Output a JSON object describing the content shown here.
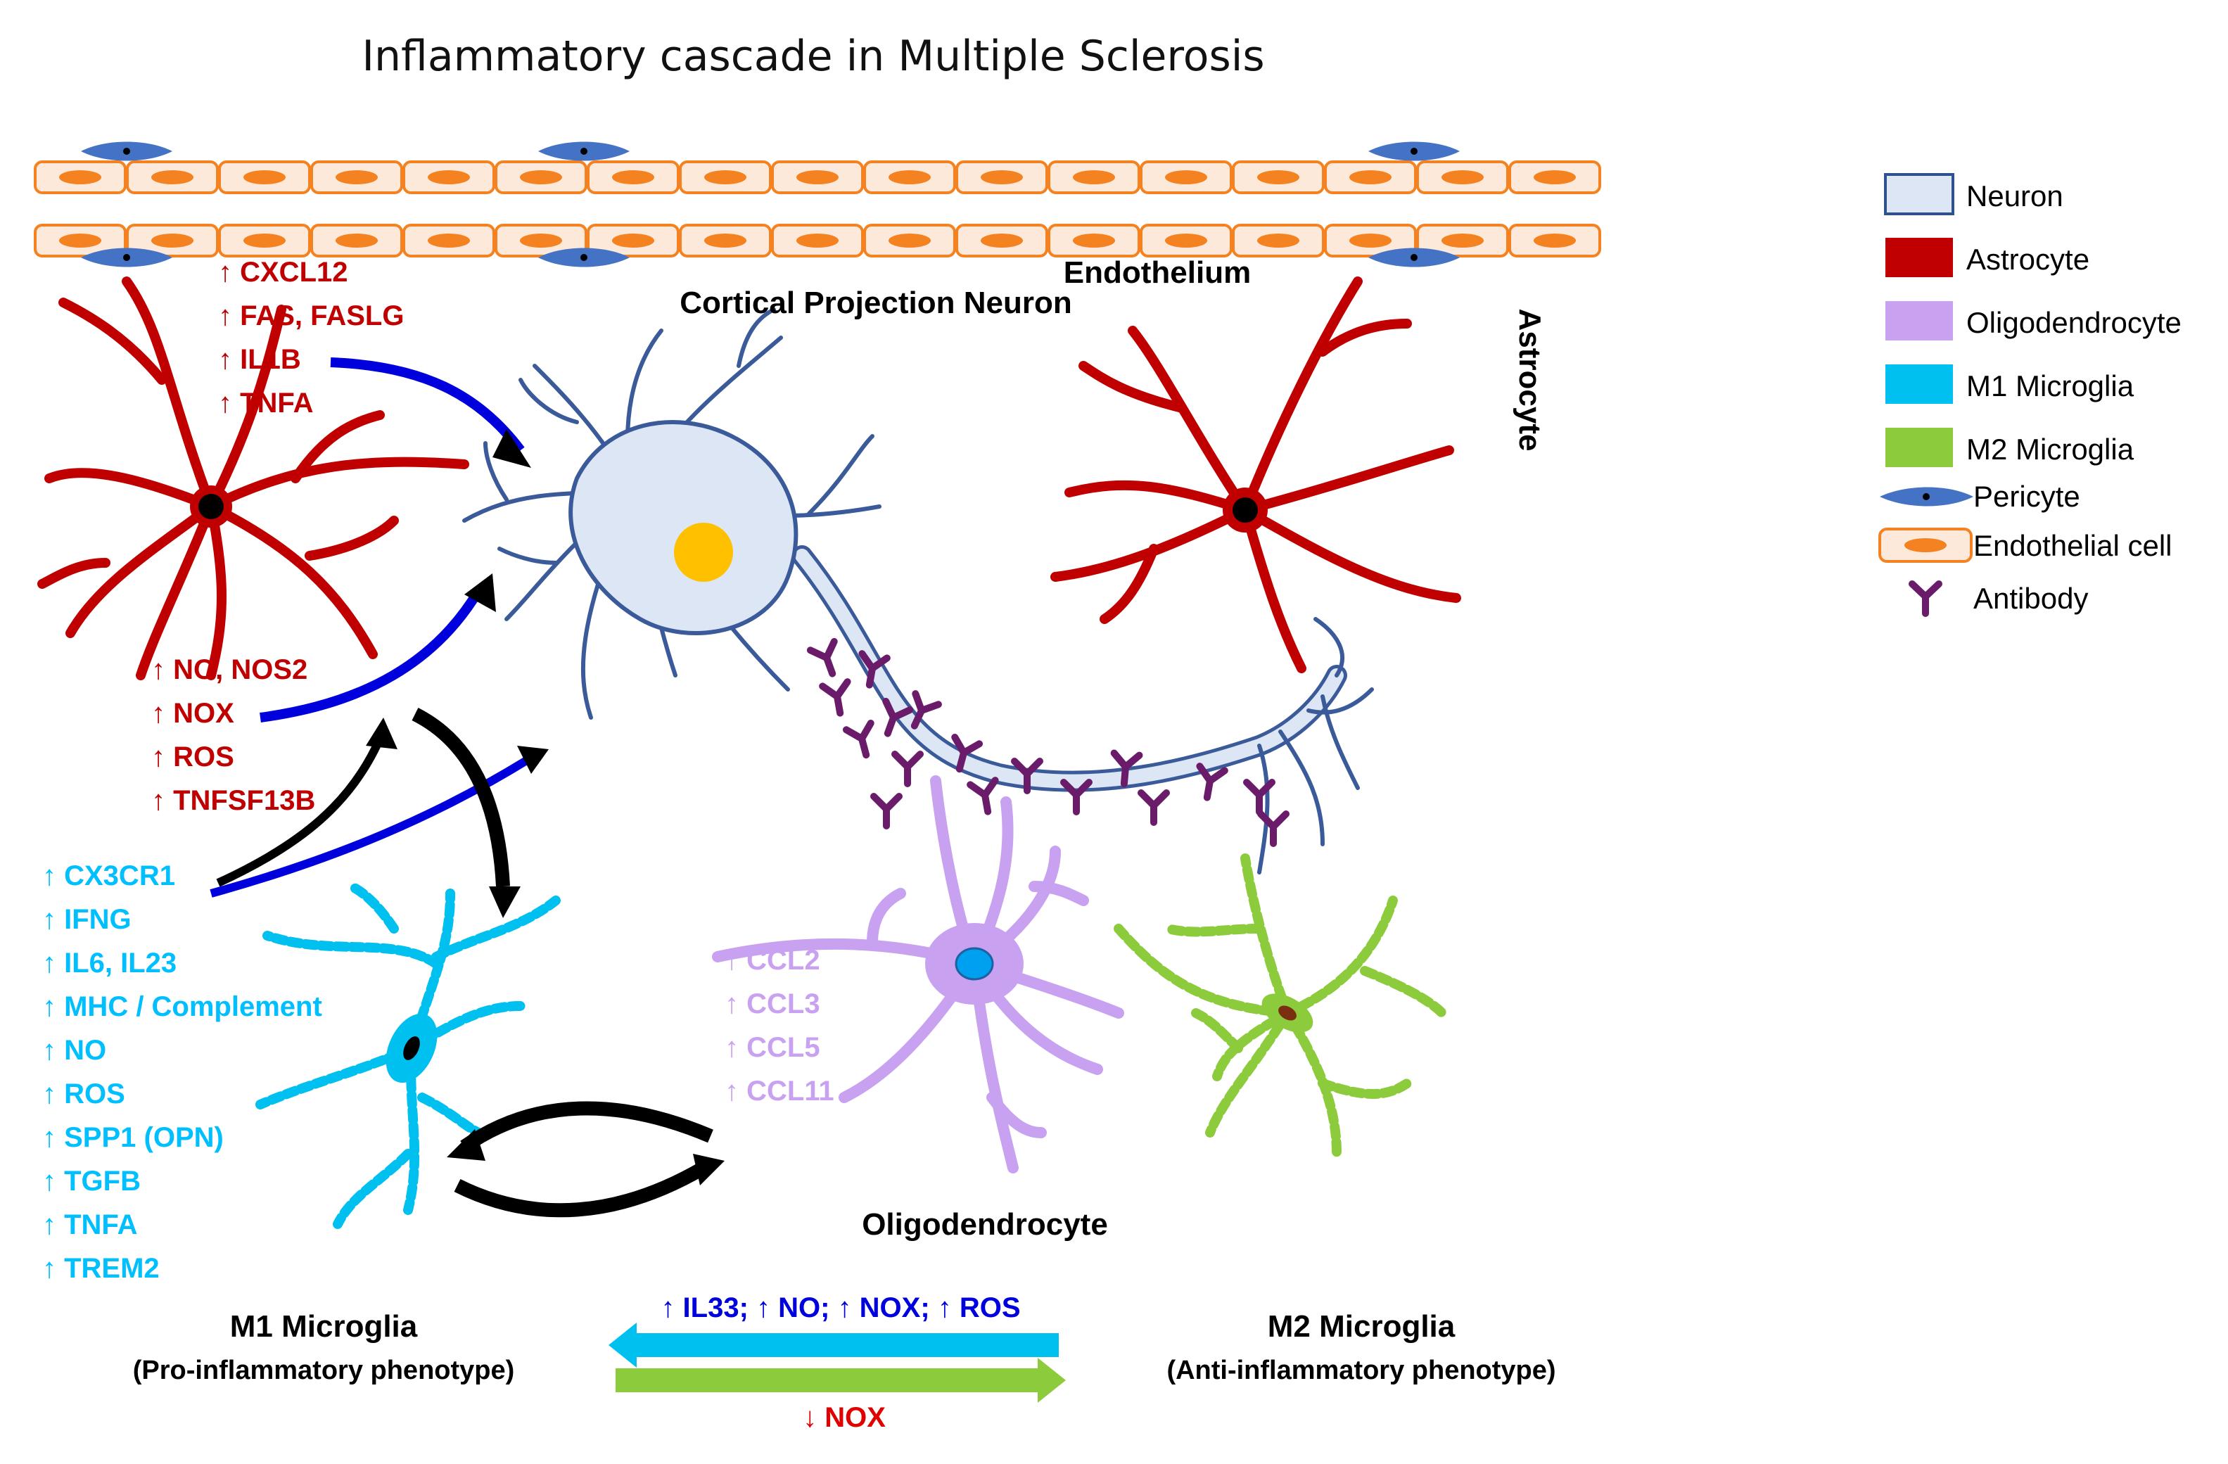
{
  "title": "Inflammatory cascade in Multiple Sclerosis",
  "labels": {
    "endothelium": "Endothelium",
    "cortical_neuron": "Cortical Projection Neuron",
    "astrocyte_right": "Astrocyte",
    "oligodendrocyte": "Oligodendrocyte",
    "m1_title": "M1 Microglia",
    "m1_sub": "(Pro-inflammatory phenotype)",
    "m2_title": "M2 Microglia",
    "m2_sub": "(Anti-inflammatory phenotype)"
  },
  "astrocyte_upper_markers": [
    "↑ CXCL12",
    "↑ FAS, FASLG",
    "↑ IL1B",
    "↑ TNFA"
  ],
  "astrocyte_lower_markers": [
    "↑ NO, NOS2",
    "↑ NOX",
    "↑ ROS",
    "↑ TNFSF13B"
  ],
  "m1_markers": [
    "↑ CX3CR1",
    "↑ IFNG",
    "↑ IL6, IL23",
    "↑ MHC / Complement",
    "↑ NO",
    "↑ ROS",
    "↑ SPP1 (OPN)",
    "↑ TGFB",
    "↑ TNFA",
    "↑ TREM2"
  ],
  "oligo_markers": [
    "↑ CCL2",
    "↑ CCL3",
    "↑ CCL5",
    "↑ CCL11"
  ],
  "transition": {
    "to_m1_label": "↑ IL33; ↑ NO; ↑ NOX; ↑ ROS",
    "to_m2_label": "↓ NOX"
  },
  "legend": [
    {
      "label": "Neuron",
      "icon": "neuron-swatch",
      "color": "#dce6f4"
    },
    {
      "label": "Astrocyte",
      "icon": "astrocyte-swatch",
      "color": "#c00000"
    },
    {
      "label": "Oligodendrocyte",
      "icon": "oligodendrocyte-swatch",
      "color": "#c8a2f0"
    },
    {
      "label": "M1 Microglia",
      "icon": "m1-microglia-swatch",
      "color": "#00c0f0"
    },
    {
      "label": "M2 Microglia",
      "icon": "m2-microglia-swatch",
      "color": "#8ccc3c"
    },
    {
      "label": "Pericyte",
      "icon": "pericyte-icon",
      "color": "#4472c4"
    },
    {
      "label": "Endothelial cell",
      "icon": "endothelial-cell-icon",
      "color": "#f58220"
    },
    {
      "label": "Antibody",
      "icon": "antibody-icon",
      "color": "#6a1b6a"
    }
  ],
  "colors": {
    "astrocyte": "#c00000",
    "neuron_fill": "#dce6f4",
    "neuron_stroke": "#3a5a9a",
    "oligodendrocyte": "#c8a2f0",
    "m1": "#00c0f0",
    "m2": "#8ccc3c",
    "pericyte": "#4472c4",
    "endothelial": "#f58220",
    "antibody": "#6a1b6a",
    "arrow_blue": "#0000dd"
  }
}
